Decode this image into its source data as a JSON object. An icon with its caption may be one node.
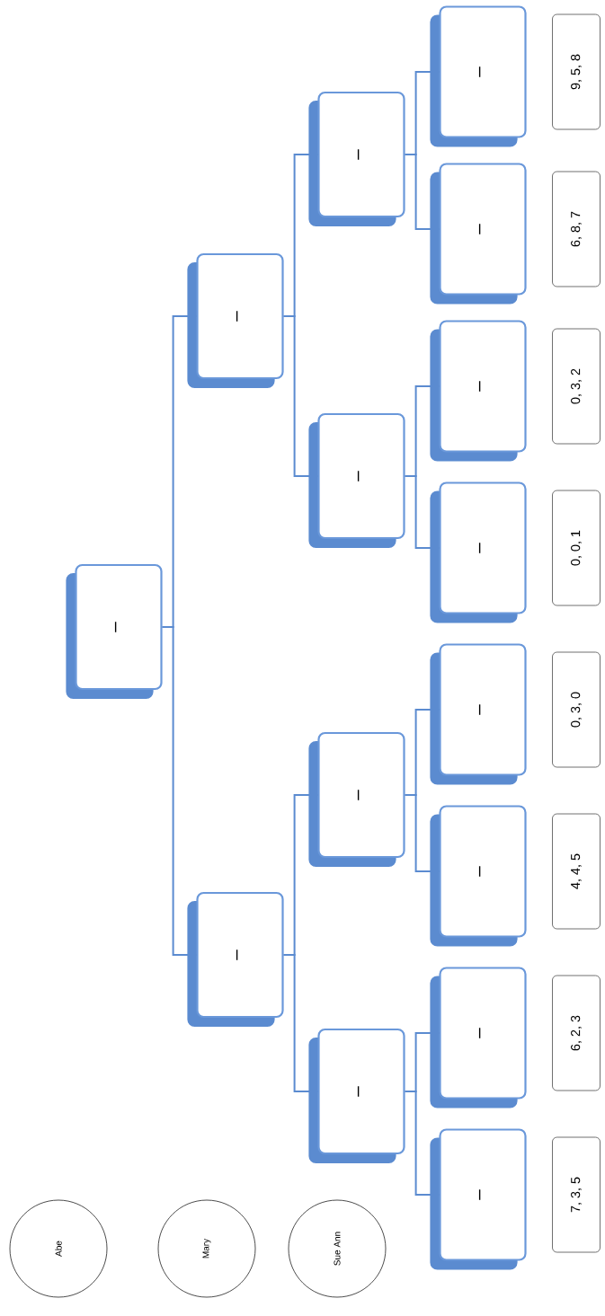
{
  "diagram": {
    "nodes": [
      {
        "text": [
          "–"
        ]
      },
      {
        "text": [
          "–"
        ]
      },
      {
        "text": [
          "–"
        ]
      },
      {
        "text": [
          "–"
        ]
      },
      {
        "text": [
          "–"
        ]
      },
      {
        "text": [
          "–"
        ]
      },
      {
        "text": [
          "–"
        ]
      },
      {
        "text": [
          "–"
        ]
      },
      {
        "text": [
          "–"
        ]
      },
      {
        "text": [
          "–"
        ]
      },
      {
        "text": [
          "–"
        ]
      },
      {
        "text": [
          "–"
        ]
      },
      {
        "text": [
          "–"
        ]
      },
      {
        "text": [
          "–"
        ]
      },
      {
        "text": [
          "–"
        ]
      },
      {
        "text": [
          "7, 3, 5"
        ]
      },
      {
        "text": [
          "6, 2, 3"
        ]
      },
      {
        "text": [
          "4, 4, 5"
        ]
      },
      {
        "text": [
          "0, 3, 0"
        ]
      },
      {
        "text": [
          "0, 0, 1"
        ]
      },
      {
        "text": [
          "0, 3, 2"
        ]
      },
      {
        "text": [
          "6, 8, 7"
        ]
      },
      {
        "text": [
          "9, 5, 8"
        ]
      },
      {
        "text": [
          "Abe"
        ]
      },
      {
        "text": [
          "Mary"
        ]
      },
      {
        "text": [
          "Sue Ann"
        ]
      }
    ],
    "edges": [
      {
        "from": 0,
        "to": 1,
        "arrow": "none"
      },
      {
        "from": 0,
        "to": 2,
        "arrow": "none"
      },
      {
        "from": 1,
        "to": 3,
        "arrow": "none"
      },
      {
        "from": 1,
        "to": 4,
        "arrow": "none"
      },
      {
        "from": 2,
        "to": 5,
        "arrow": "none"
      },
      {
        "from": 2,
        "to": 6,
        "arrow": "none"
      },
      {
        "from": 3,
        "to": 7,
        "arrow": "none"
      },
      {
        "from": 3,
        "to": 8,
        "arrow": "none"
      },
      {
        "from": 4,
        "to": 9,
        "arrow": "none"
      },
      {
        "from": 4,
        "to": 10,
        "arrow": "none"
      },
      {
        "from": 5,
        "to": 11,
        "arrow": "none"
      },
      {
        "from": 5,
        "to": 12,
        "arrow": "none"
      },
      {
        "from": 6,
        "to": 13,
        "arrow": "none"
      },
      {
        "from": 6,
        "to": 14,
        "arrow": "none"
      }
    ]
  }
}
